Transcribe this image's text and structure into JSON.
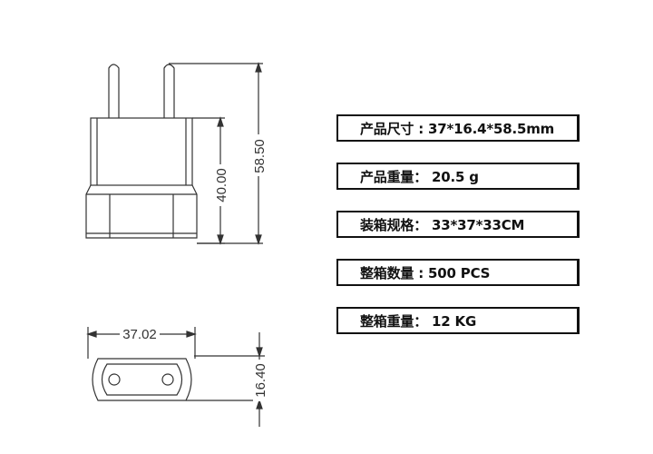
{
  "dimensions": {
    "height": "58.50",
    "body_height": "40.00",
    "width": "37.02",
    "depth": "16.40"
  },
  "specs": [
    {
      "text": "产品尺寸 : 37*16.4*58.5mm"
    },
    {
      "text": "产品重量： 20.5 g"
    },
    {
      "text": "装箱规格： 33*37*33CM"
    },
    {
      "text": "整箱数量 : 500 PCS"
    },
    {
      "text": "整箱重量： 12 KG"
    }
  ],
  "colors": {
    "line": "#333333",
    "border": "#111111"
  }
}
